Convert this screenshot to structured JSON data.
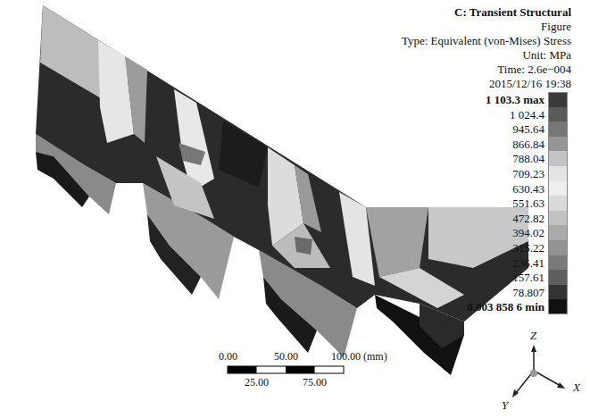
{
  "diagram": {
    "title": "C: Transient Structural",
    "labels": [
      "Figure",
      "Type: Equivalent (von-Mises) Stress",
      "Unit: MPa",
      "Time: 2.6e−004",
      "2015/12/16 19:38",
      "0.00",
      "50.00",
      "100.00 (mm)",
      "25.00",
      "75.00",
      "Z",
      "Y",
      "X"
    ],
    "legend": [
      {
        "text": "1 103.3 max",
        "color": "#3a3a3a"
      },
      {
        "text": "1 024.4",
        "color": "#5a5a5a"
      },
      {
        "text": "945.64",
        "color": "#777777"
      },
      {
        "text": "866.84",
        "color": "#959595"
      },
      {
        "text": "788.04",
        "color": "#c4c4c4"
      },
      {
        "text": "709.23",
        "color": "#e4e4e4"
      },
      {
        "text": "630.43",
        "color": "#eeeeee"
      },
      {
        "text": "551.63",
        "color": "#d9d9d9"
      },
      {
        "text": "472.82",
        "color": "#c2c2c2"
      },
      {
        "text": "394.02",
        "color": "#aaaaaa"
      },
      {
        "text": "315.22",
        "color": "#929292"
      },
      {
        "text": "236.41",
        "color": "#7a7a7a"
      },
      {
        "text": "157.61",
        "color": "#5e5e5e"
      },
      {
        "text": "78.807",
        "color": "#333333"
      },
      {
        "text": "0.003 858 6 min",
        "color": "#111111"
      }
    ]
  }
}
